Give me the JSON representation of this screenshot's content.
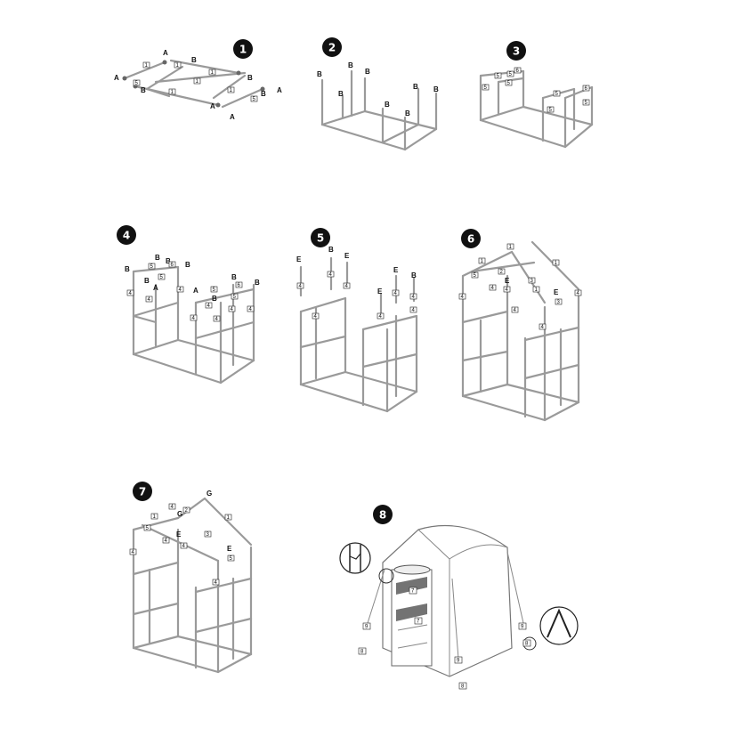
{
  "steps": [
    {
      "number": "1",
      "labels": [
        "A",
        "A",
        "B",
        "B",
        "A",
        "B",
        "B",
        "A",
        "A"
      ],
      "boxes": [
        "1",
        "1",
        "1",
        "5",
        "1",
        "1",
        "1",
        "5"
      ]
    },
    {
      "number": "2",
      "labels": [
        "B",
        "B",
        "B",
        "B",
        "B",
        "B",
        "B",
        "B"
      ],
      "boxes": []
    },
    {
      "number": "3",
      "labels": [],
      "boxes": [
        "5",
        "5",
        "5",
        "6",
        "5",
        "5",
        "5",
        "6",
        "5"
      ]
    },
    {
      "number": "4",
      "labels": [
        "B",
        "B",
        "B",
        "B",
        "B",
        "A",
        "B",
        "A",
        "B",
        "B"
      ],
      "boxes": [
        "5",
        "5",
        "6",
        "4",
        "4",
        "4",
        "4",
        "4",
        "5",
        "6",
        "5",
        "4",
        "4",
        "4"
      ]
    },
    {
      "number": "5",
      "labels": [
        "E",
        "B",
        "E",
        "E",
        "E",
        "B"
      ],
      "boxes": [
        "4",
        "4",
        "4",
        "4",
        "4",
        "4",
        "4",
        "4"
      ]
    },
    {
      "number": "6",
      "labels": [
        "E",
        "E"
      ],
      "boxes": [
        "1",
        "1",
        "1",
        "3",
        "1",
        "2",
        "5",
        "4",
        "4",
        "4",
        "4",
        "3",
        "4",
        "4"
      ]
    },
    {
      "number": "7",
      "labels": [
        "G",
        "G",
        "E",
        "E"
      ],
      "boxes": [
        "4",
        "2",
        "1",
        "1",
        "5",
        "3",
        "4",
        "4",
        "4",
        "5",
        "4"
      ]
    },
    {
      "number": "8",
      "labels": [],
      "boxes": [
        "7",
        "7",
        "9",
        "8",
        "9",
        "8",
        "9",
        "8"
      ]
    }
  ]
}
